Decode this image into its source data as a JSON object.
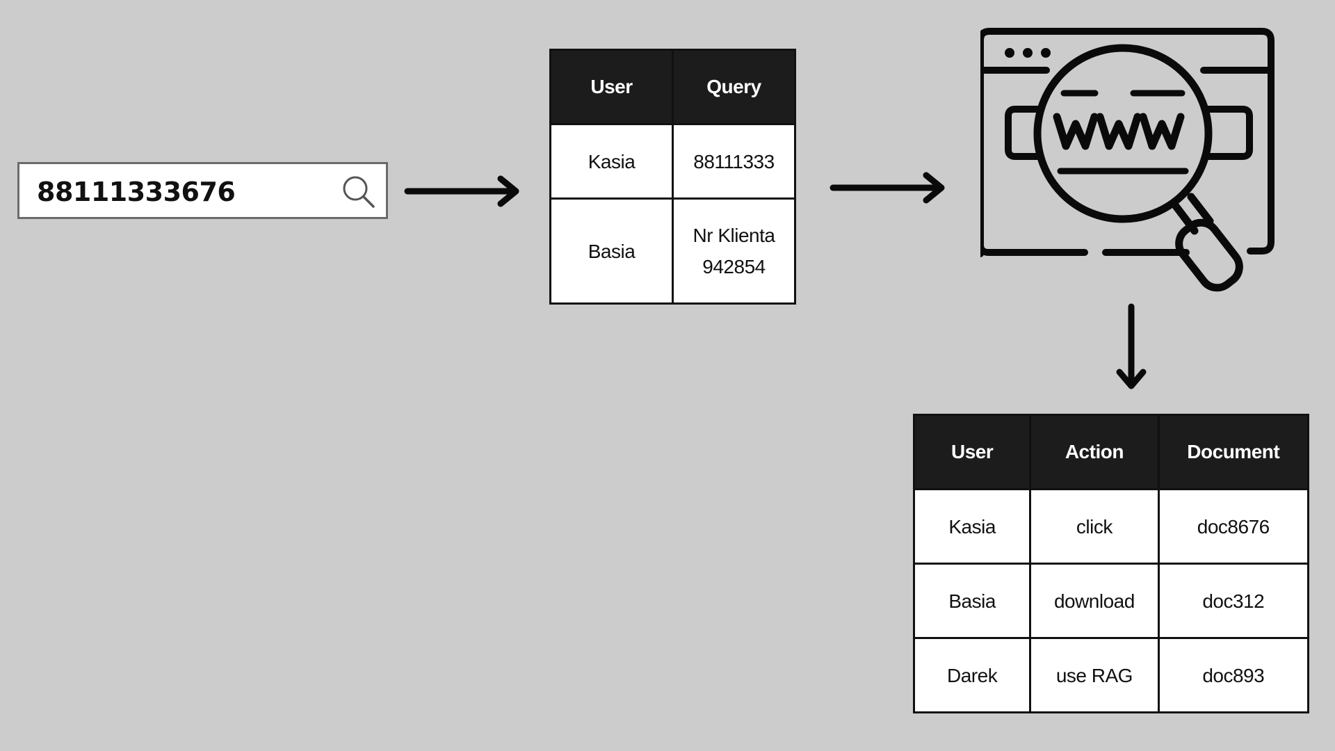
{
  "search": {
    "query": "88111333676",
    "icon": "search-icon"
  },
  "query_table": {
    "headers": [
      "User",
      "Query"
    ],
    "rows": [
      {
        "user": "Kasia",
        "query_lines": [
          "88111333"
        ]
      },
      {
        "user": "Basia",
        "query_lines": [
          "Nr Klienta",
          "942854"
        ]
      }
    ]
  },
  "web_search": {
    "icon": "web-search-icon",
    "label": "WWW"
  },
  "action_table": {
    "headers": [
      "User",
      "Action",
      "Document"
    ],
    "rows": [
      {
        "user": "Kasia",
        "action": "click",
        "document": "doc8676"
      },
      {
        "user": "Basia",
        "action": "download",
        "document": "doc312"
      },
      {
        "user": "Darek",
        "action": "use RAG",
        "document": "doc893"
      }
    ]
  }
}
